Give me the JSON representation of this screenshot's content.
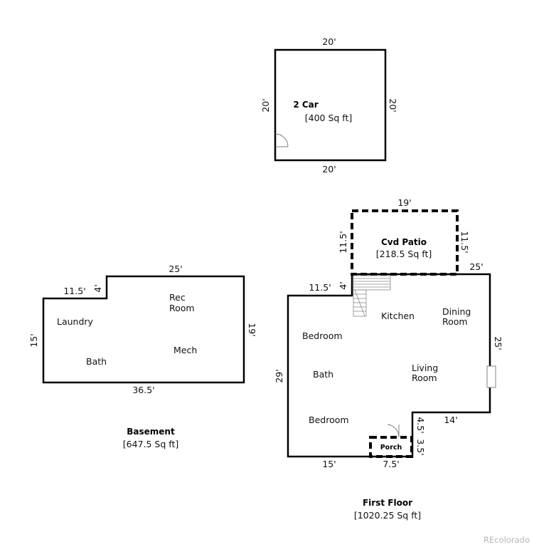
{
  "garage": {
    "title": "2 Car",
    "area": "[400 Sq ft]",
    "dim_top": "20'",
    "dim_bottom": "20'",
    "dim_left": "20'",
    "dim_right": "20'"
  },
  "basement": {
    "title": "Basement",
    "area": "[647.5 Sq ft]",
    "rooms": {
      "rec": [
        "Rec",
        "Room"
      ],
      "laundry": "Laundry",
      "bath": "Bath",
      "mech": "Mech"
    },
    "dims": {
      "top": "25'",
      "step_top": "11.5'",
      "step_side": "4'",
      "left": "15'",
      "right": "19'",
      "bottom": "36.5'"
    }
  },
  "first_floor": {
    "title": "First Floor",
    "area": "[1020.25 Sq ft]",
    "rooms": {
      "kitchen": "Kitchen",
      "dining": [
        "Dining",
        "Room"
      ],
      "bedroom_top": "Bedroom",
      "bath": "Bath",
      "living": [
        "Living",
        "Room"
      ],
      "bedroom_bottom": "Bedroom",
      "porch": "Porch"
    },
    "patio": {
      "title": "Cvd Patio",
      "area": "[218.5 Sq ft]",
      "dim_top": "19'",
      "dim_left": "11.5'",
      "dim_right": "11.5'"
    },
    "dims": {
      "top_right": "25'",
      "step_top": "11.5'",
      "step_side": "4'",
      "left": "29'",
      "right": "25'",
      "notch_side": "4.5'",
      "notch_bottom": "14'",
      "porch_side": "3.5'",
      "bottom_left": "15'",
      "bottom_porch": "7.5'"
    }
  },
  "watermark": "REcolorado"
}
